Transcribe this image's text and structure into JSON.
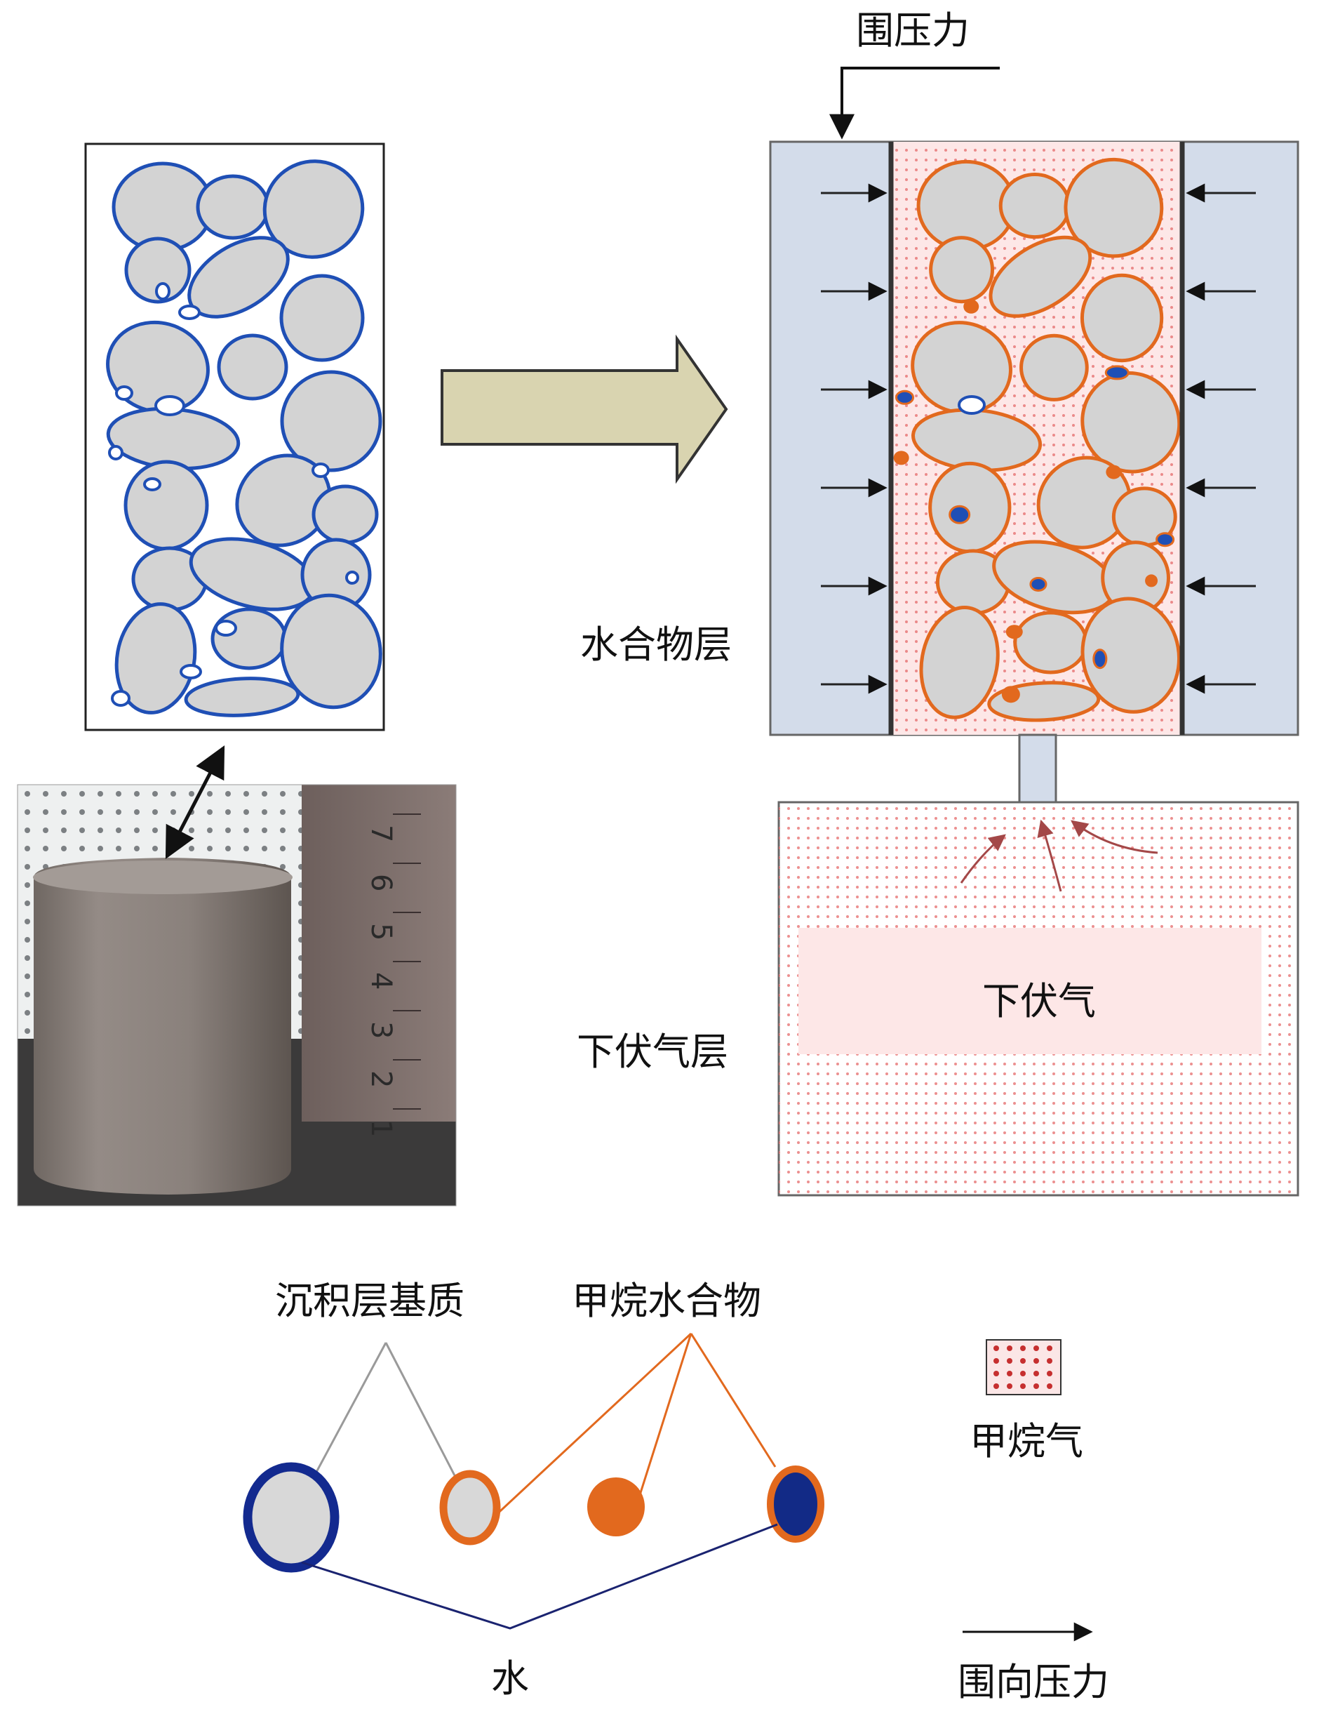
{
  "labels": {
    "confining_pressure_top": "围压力",
    "hydrate_layer": "水合物层",
    "underlying_gas_layer": "下伏气层",
    "underlying_gas": "下伏气",
    "sediment_matrix": "沉积层基质",
    "methane_hydrate": "甲烷水合物",
    "water": "水",
    "methane_gas": "甲烷气",
    "confining_direction_pressure": "围向压力"
  },
  "ruler_ticks": [
    "1",
    "2",
    "3",
    "4",
    "5",
    "6",
    "7"
  ],
  "colors": {
    "water_blue": "#1f4fb5",
    "water_dark": "#0f2a8c",
    "hydrate_orange": "#e2691e",
    "grain_gray": "#d3d3d3",
    "cell_blue": "#d3dcea",
    "gas_dot_red": "#e03b3b",
    "gas_bg_pink": "#fde7e7",
    "arrow_fill": "#d8d3b2"
  }
}
